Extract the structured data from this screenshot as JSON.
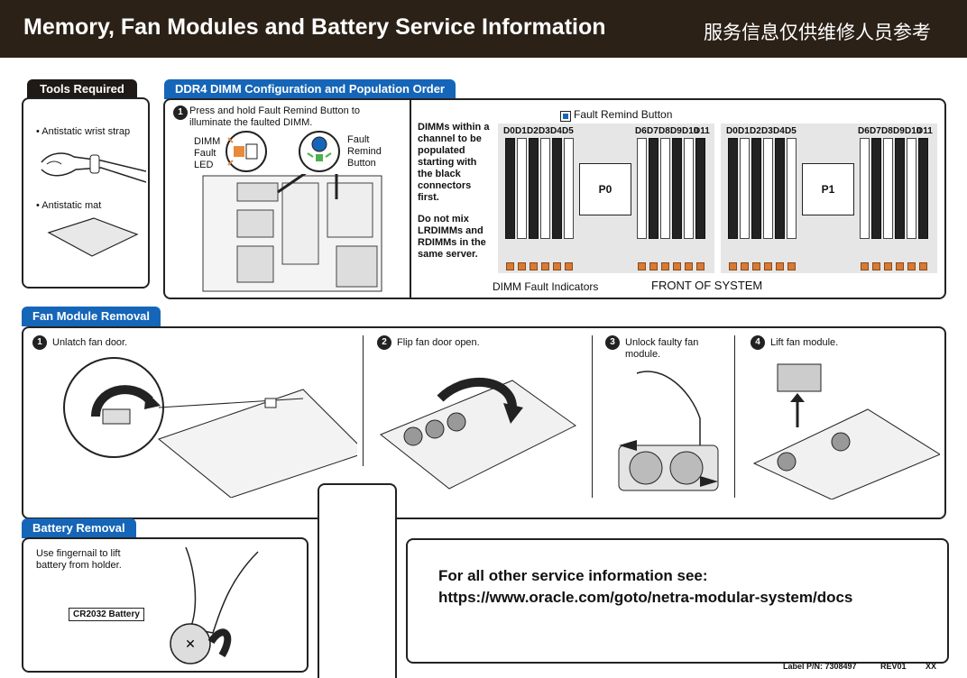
{
  "header": {
    "title": "Memory, Fan Modules and Battery Service Information",
    "title_cn": "服务信息仅供维修人员参考"
  },
  "tools": {
    "tab": "Tools Required",
    "items": [
      "• Antistatic wrist strap",
      "• Antistatic mat"
    ]
  },
  "dimm": {
    "tab": "DDR4 DIMM Configuration and Population Order",
    "step1": "Press and hold Fault Remind Button to illuminate the faulted DIMM.",
    "led_label": "DIMM Fault LED",
    "button_label": "Fault Remind Button",
    "note1": "DIMMs within a channel to be populated starting with the black connectors first.",
    "note2": "Do not mix LRDIMMs and RDIMMs in the same server.",
    "legend_button": "Fault Remind Button",
    "slots_left": [
      "D0",
      "D1",
      "D2",
      "D3",
      "D4",
      "D5"
    ],
    "slots_right": [
      "D6",
      "D7",
      "D8",
      "D9",
      "D10",
      "D11"
    ],
    "cpu0": "P0",
    "cpu1": "P1",
    "fault_indicators": "DIMM Fault Indicators",
    "front": "FRONT OF SYSTEM"
  },
  "fan": {
    "tab": "Fan Module Removal",
    "steps": [
      {
        "num": "1",
        "text": "Unlatch fan door."
      },
      {
        "num": "2",
        "text": "Flip fan door open."
      },
      {
        "num": "3",
        "text": "Unlock faulty fan module."
      },
      {
        "num": "4",
        "text": "Lift fan module."
      }
    ]
  },
  "battery": {
    "tab": "Battery Removal",
    "text": "Use fingernail to lift battery from holder.",
    "label": "CR2032 Battery"
  },
  "info": {
    "line1": "For all other service information see:",
    "url": "https://www.oracle.com/goto/netra-modular-system/docs"
  },
  "footer": {
    "part": "Label P/N: 7308497",
    "rev": "REV01",
    "xx": "XX"
  },
  "colors": {
    "header_bg": "#2b2117",
    "tab_blue": "#1565b8",
    "led_orange": "#d67a35"
  }
}
